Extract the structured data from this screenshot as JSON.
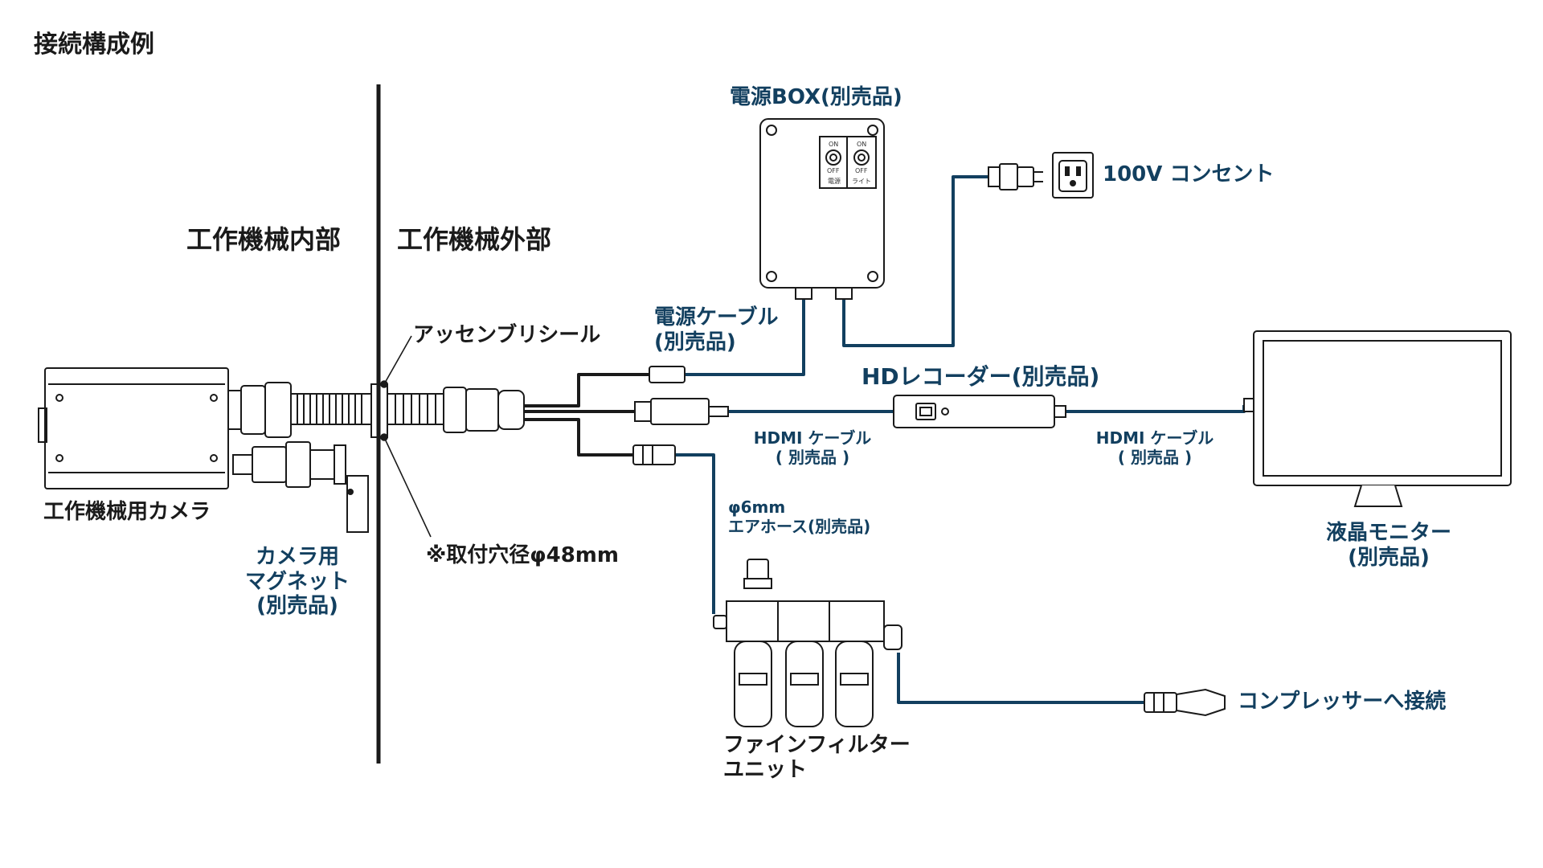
{
  "title": "接続構成例",
  "zones": {
    "inside": "工作機械内部",
    "outside": "工作機械外部"
  },
  "labels": {
    "camera": "工作機械用カメラ",
    "magnet": [
      "カメラ用",
      "マグネット",
      "(別売品)"
    ],
    "seal": "アッセンブリシール",
    "hole": "※取付穴径φ48mm",
    "power_box": "電源BOX(別売品)",
    "outlet": "100V コンセント",
    "power_cable": [
      "電源ケーブル",
      "(別売品)"
    ],
    "hd_recorder": "HDレコーダー(別売品)",
    "hdmi_cable_1": [
      "HDMI ケーブル",
      "( 別売品 )"
    ],
    "hdmi_cable_2": [
      "HDMI ケーブル",
      "( 別売品 )"
    ],
    "air_hose": [
      "φ6mm",
      "エアホース(別売品)"
    ],
    "monitor": [
      "液晶モニター",
      "(別売品)"
    ],
    "filter_unit": [
      "ファインフィルター",
      "ユニット"
    ],
    "compressor": "コンプレッサーへ接続"
  },
  "switch_panel": {
    "left": {
      "on": "ON",
      "off": "OFF",
      "name": "電源"
    },
    "right": {
      "on": "ON",
      "off": "OFF",
      "name": "ライト"
    }
  },
  "colors": {
    "line_dark": "#1a1a1a",
    "line_blue": "#123f5f",
    "text_blue": "#123f5f"
  }
}
